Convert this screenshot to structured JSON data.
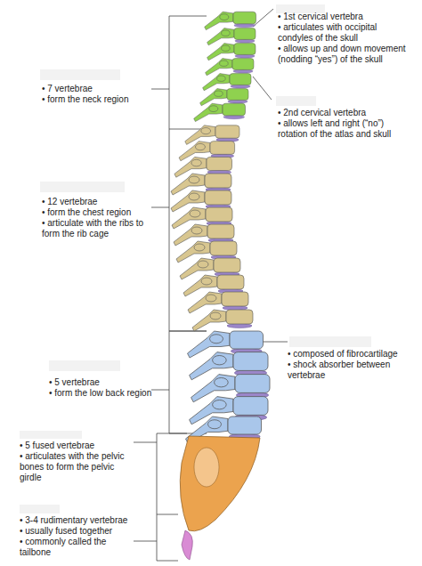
{
  "diagram": {
    "labels": [
      "• 1st cervical vertebra",
      "• articulates with occipital condyles of the skull",
      "• allows up and down movement (nodding “yes”) of the skull",
      "• 2nd cervical vertebra",
      "• allows left and right (“no”) rotation of the atlas and skull",
      "• 7 vertebrae",
      "• form the neck region",
      "• 12 vertebrae",
      "• form the chest region",
      "• articulate with the ribs to form the rib cage",
      "• composed of fibrocartilage",
      "• shock absorber between vertebrae",
      "• 5 vertebrae",
      "• form the low back region",
      "• 5 fused vertebrae",
      "• articulates with the pelvic bones to form the pelvic girdle",
      "• 3-4 rudimentary vertebrae",
      "• usually fused together",
      "• commonly called the tailbone"
    ]
  }
}
